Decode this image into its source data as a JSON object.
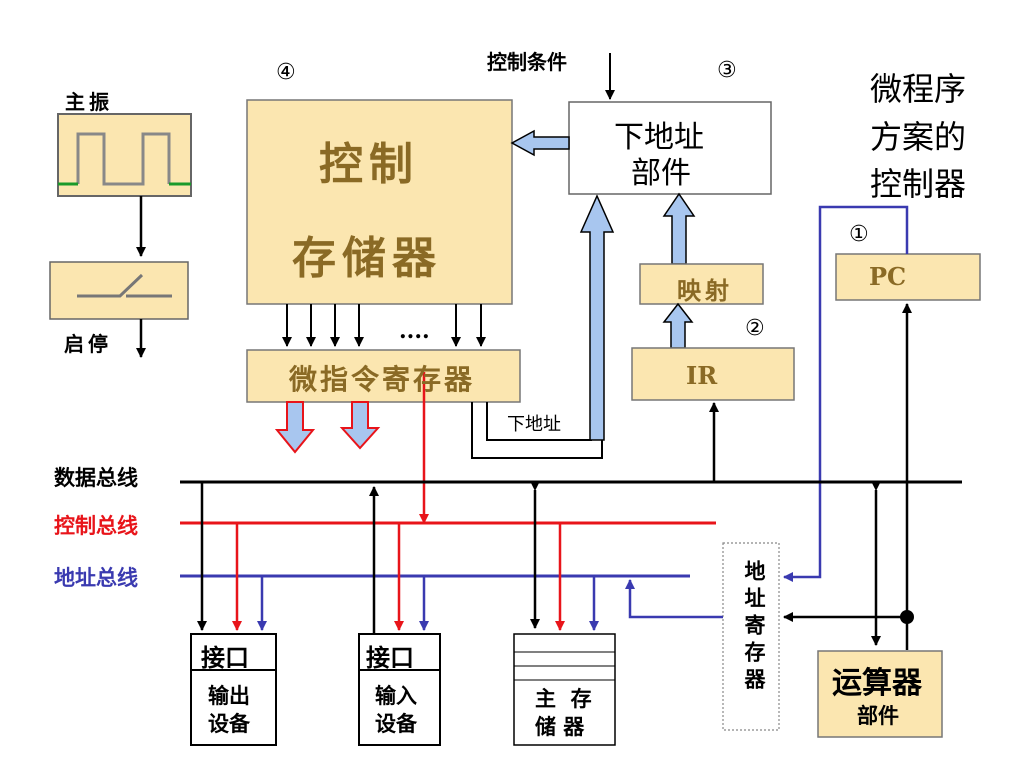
{
  "title": "微程序方案的控制器",
  "title_lines": [
    "微程序",
    "方案的",
    "控制器"
  ],
  "labels": {
    "oscillator": "主振",
    "start_stop": "启停",
    "control_condition": "控制条件",
    "next_addr_unit": [
      "下地址",
      "部件"
    ],
    "control_store": [
      "控制",
      "存储器"
    ],
    "dots": "....",
    "micro_ir": "微指令寄存器",
    "next_addr": "下地址",
    "mapping": "映射",
    "ir": "IR",
    "pc": "PC",
    "data_bus": "数据总线",
    "control_bus": "控制总线",
    "address_bus": "地址总线",
    "interface": "接口",
    "output_device": [
      "输出",
      "设备"
    ],
    "input_device": [
      "输入",
      "设备"
    ],
    "main_memory": [
      "主  存",
      "储 器"
    ],
    "addr_register": "地址寄存器",
    "alu": [
      "运算器",
      "部件"
    ]
  },
  "markers": {
    "one": "①",
    "two": "②",
    "three": "③",
    "four": "④"
  },
  "colors": {
    "box_fill": "#fbe6b0",
    "box_text": "#8a6a25",
    "control_bus": "#e8141a",
    "address_bus": "#3a3ab0",
    "arrow_fill": "#a8c6ef",
    "clock_wave": "#888888",
    "clock_green": "#1a9a2a"
  }
}
